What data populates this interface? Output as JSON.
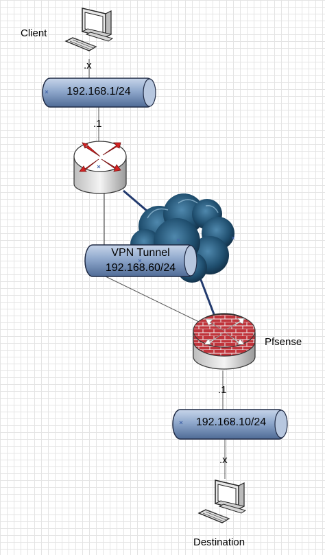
{
  "nodes": {
    "client": {
      "label": "Client"
    },
    "router": {
      "label": ""
    },
    "pfsense": {
      "label": "Pfsense"
    },
    "destination": {
      "label": "Destination"
    }
  },
  "networks": {
    "client_lan": {
      "label": "192.168.1/24"
    },
    "vpn": {
      "label_line1": "VPN Tunnel",
      "label_line2": "192.168.60/24"
    },
    "dest_lan": {
      "label": "192.168.10/24"
    }
  },
  "ports": {
    "client_host": ".x",
    "router_gw": ".1",
    "pfsense_gw": ".1",
    "dest_host": ".x"
  },
  "colors": {
    "pipe_fill": "#8fa8cc",
    "pipe_stroke": "#1f2a44",
    "cloud": "#1f4e6e",
    "router_arrows": "#d42222",
    "firewall_brick": "#c0343b",
    "link_thick": "#223a6e"
  }
}
